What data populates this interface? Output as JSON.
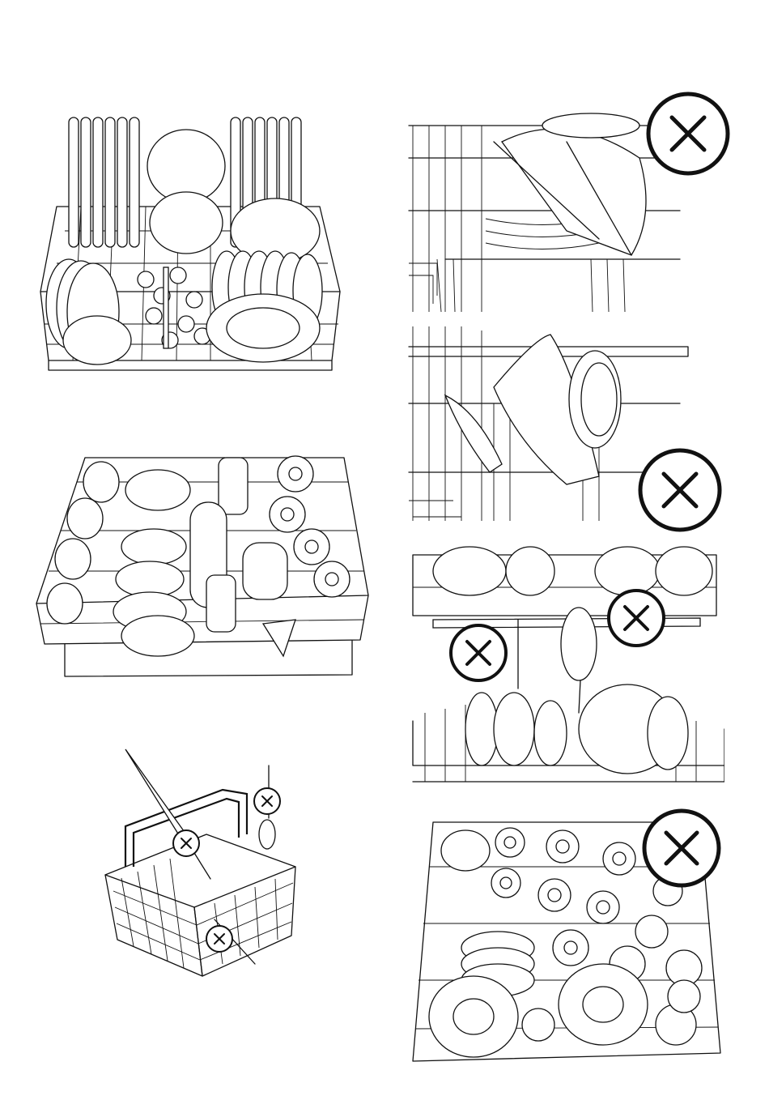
{
  "figure": {
    "colors": {
      "line": "#111111",
      "background": "#ffffff"
    },
    "panels": [
      {
        "id": "lower-basket-correct",
        "kind": "loaded-lower-basket"
      },
      {
        "id": "upper-basket-correct",
        "kind": "loaded-upper-basket"
      },
      {
        "id": "cutlery-basket",
        "kind": "cutlery-basket",
        "marks": [
          "wrong-icon",
          "wrong-icon",
          "wrong-icon"
        ]
      },
      {
        "id": "plate-blocks-arm-top",
        "kind": "incorrect-loading",
        "marks": [
          "wrong-icon"
        ]
      },
      {
        "id": "plate-blocks-arm-bottom",
        "kind": "incorrect-loading",
        "marks": [
          "wrong-icon"
        ]
      },
      {
        "id": "items-block-spray-arm",
        "kind": "incorrect-loading",
        "marks": [
          "wrong-icon",
          "wrong-icon"
        ]
      },
      {
        "id": "overloaded-basket",
        "kind": "incorrect-loading",
        "marks": [
          "wrong-icon"
        ]
      }
    ]
  }
}
